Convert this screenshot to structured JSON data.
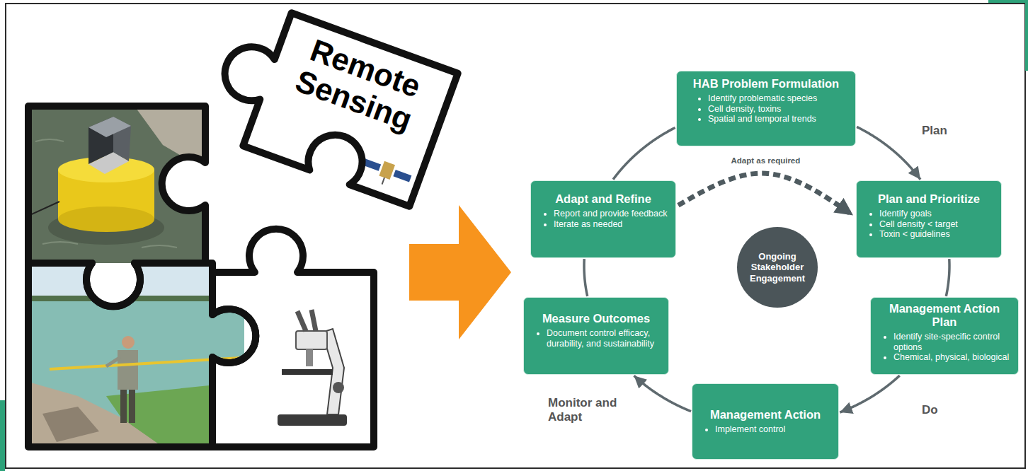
{
  "diagram": {
    "nodes": [
      {
        "text": [
          "Remote Sensing"
        ]
      },
      {
        "text": [
          "HAB Problem Formulation",
          "Identify problematic species",
          "Cell density, toxins",
          "Spatial and temporal trends"
        ]
      },
      {
        "text": [
          "Plan and Prioritize",
          "Identify goals",
          "Cell density < target",
          "Toxin < guidelines"
        ]
      },
      {
        "text": [
          "Management Action Plan",
          "Identify site-specific control options",
          "Chemical, physical, biological"
        ]
      },
      {
        "text": [
          "Management Action",
          "Implement control"
        ]
      },
      {
        "text": [
          "Measure Outcomes",
          "Document control efficacy, durability, and sustainability"
        ]
      },
      {
        "text": [
          "Adapt and Refine",
          "Report and provide feedback",
          "Iterate as needed"
        ]
      },
      {
        "text": [
          "Ongoing Stakeholder Engagement"
        ]
      }
    ],
    "edges": [
      {
        "from": 1,
        "to": 2,
        "label": "Plan",
        "arrow": "to"
      },
      {
        "from": 2,
        "to": 3,
        "arrow": "none"
      },
      {
        "from": 3,
        "to": 4,
        "label": "Do",
        "arrow": "to"
      },
      {
        "from": 4,
        "to": 5,
        "label": "Monitor and Adapt",
        "arrow": "to"
      },
      {
        "from": 5,
        "to": 6,
        "arrow": "none"
      },
      {
        "from": 6,
        "to": 1,
        "arrow": "none"
      },
      {
        "from": 6,
        "to": 2,
        "label": "Adapt as required",
        "arrow": "to"
      }
    ]
  }
}
